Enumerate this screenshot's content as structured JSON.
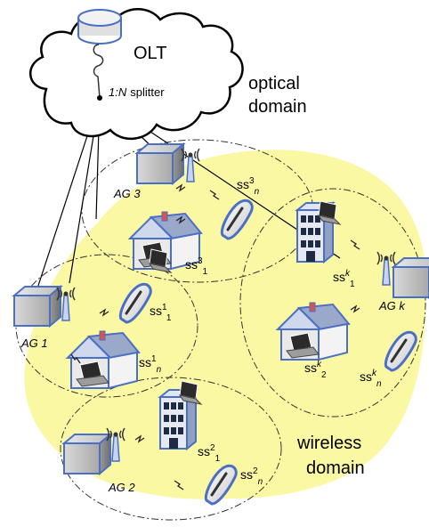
{
  "labels": {
    "olt": "OLT",
    "splitter_ratio": "1:N",
    "splitter_word": "splitter",
    "optical_line1": "optical",
    "optical_line2": "domain",
    "wireless_line1": "wireless",
    "wireless_line2": "domain"
  },
  "gateways": {
    "ag1": "AG 1",
    "ag2": "AG 2",
    "ag3": "AG 3",
    "agk": "AG k"
  },
  "subscribers": {
    "c3n": {
      "base": "ss",
      "sup": "3",
      "sub": "n"
    },
    "c31": {
      "base": "ss",
      "sup": "3",
      "sub": "1"
    },
    "c11": {
      "base": "ss",
      "sup": "1",
      "sub": "1"
    },
    "c1n": {
      "base": "ss",
      "sup": "1",
      "sub": "n"
    },
    "ck1": {
      "base": "ss",
      "sup": "k",
      "sub": "1"
    },
    "ck2": {
      "base": "ss",
      "sup": "k",
      "sub": "2"
    },
    "ckn": {
      "base": "ss",
      "sup": "k",
      "sub": "n"
    },
    "c21": {
      "base": "ss",
      "sup": "2",
      "sub": "1"
    },
    "c2n": {
      "base": "ss",
      "sup": "2",
      "sub": "n"
    }
  },
  "colors": {
    "wireless_area": "#fbf8a3",
    "device_blue": "#4a6fc4",
    "device_gray": "#bfbfbf",
    "cloud_outline": "#000000"
  }
}
